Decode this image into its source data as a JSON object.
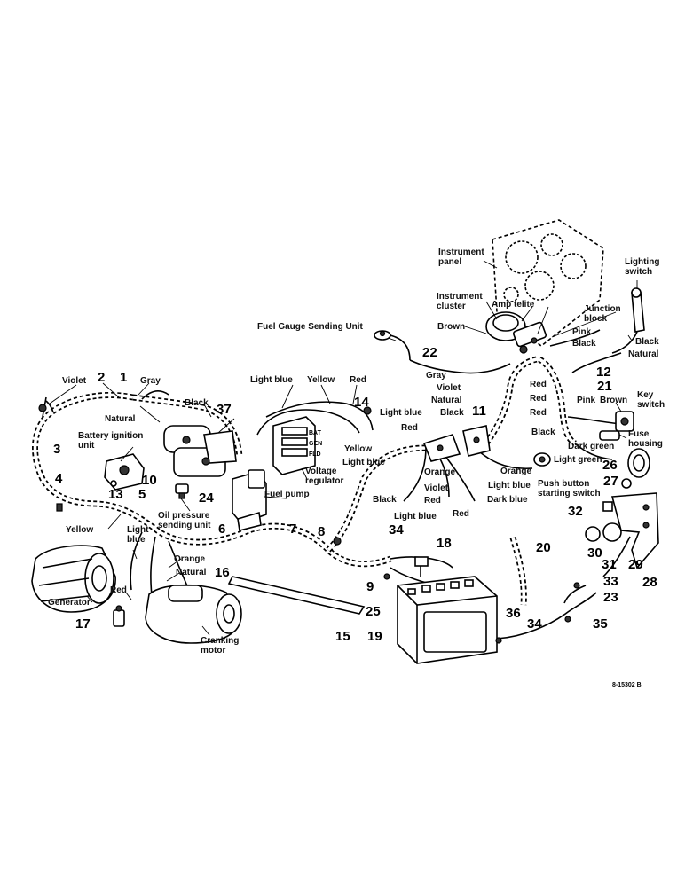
{
  "diagram_code": "8-15302 B",
  "labels": {
    "violet_top": "Violet",
    "gray_top": "Gray",
    "natural_left": "Natural",
    "black_top": "Black",
    "battery_ignition_unit": "Battery ignition\nunit",
    "oil_pressure_sending_unit": "Oil pressure\nsending unit",
    "fuel_pump": "Fuel pump",
    "yellow_left": "Yellow",
    "light_blue_left": "Light\nblue",
    "orange_left": "Orange",
    "natural_bottom": "Natural",
    "red_bottom": "Red",
    "generator": "Generator",
    "cranking_motor": "Cranking\nmotor",
    "fuel_gauge_sending_unit": "Fuel Gauge Sending Unit",
    "light_blue_top": "Light blue",
    "yellow_top": "Yellow",
    "red_top": "Red",
    "voltage_regulator": "Voltage\nregulator",
    "light_blue_mid": "Light blue",
    "red_mid": "Red",
    "yellow_mid": "Yellow",
    "light_blue_mid2": "Light blue",
    "black_mid": "Black",
    "light_blue_lower": "Light blue",
    "instrument_panel": "Instrument\npanel",
    "instrument_cluster": "Instrument\ncluster",
    "amp_telite": "Amp telite",
    "brown_top": "Brown",
    "junction_block": "Junction\nblock",
    "pink_top": "Pink",
    "black_junction": "Black",
    "lighting_switch": "Lighting\nswitch",
    "black_right": "Black",
    "natural_right": "Natural",
    "gray_mid": "Gray",
    "violet_mid": "Violet",
    "natural_mid": "Natural",
    "black_mid2": "Black",
    "red_cluster1": "Red",
    "red_cluster2": "Red",
    "red_cluster3": "Red",
    "black_cluster": "Black",
    "orange_mid": "Orange",
    "violet_lower": "Violet",
    "red_lower1": "Red",
    "red_lower2": "Red",
    "orange_cluster": "Orange",
    "light_blue_cluster": "Light blue",
    "dark_blue": "Dark blue",
    "push_button_starting_switch": "Push button\nstarting switch",
    "pink_right": "Pink",
    "brown_right": "Brown",
    "key_switch": "Key\nswitch",
    "fuse_housing": "Fuse\nhousing",
    "dark_green": "Dark green",
    "light_green": "Light green"
  },
  "callouts": [
    "1",
    "2",
    "3",
    "4",
    "5",
    "6",
    "7",
    "8",
    "9",
    "10",
    "11",
    "12",
    "13",
    "14",
    "15",
    "16",
    "17",
    "18",
    "19",
    "20",
    "21",
    "22",
    "23",
    "24",
    "25",
    "26",
    "27",
    "28",
    "29",
    "30",
    "31",
    "32",
    "33",
    "34",
    "34",
    "35",
    "36",
    "37"
  ]
}
